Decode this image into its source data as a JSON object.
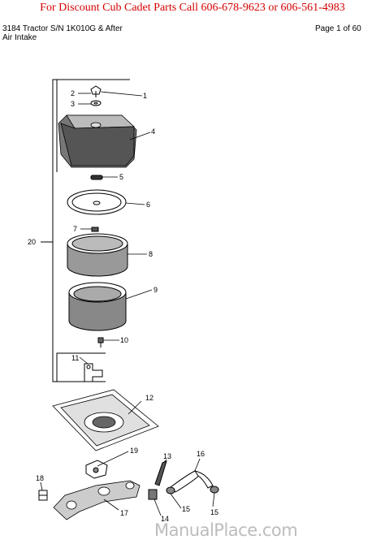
{
  "banner": "For  Discount Cub Cadet Parts Call 606-678-9623 or 606-561-4983",
  "header": {
    "model": "3184 Tractor S/N 1K010G & After",
    "section": "Air Intake",
    "page": "Page 1 of 60"
  },
  "callouts": {
    "c1": "1",
    "c2": "2",
    "c3": "3",
    "c4": "4",
    "c5": "5",
    "c6": "6",
    "c7": "7",
    "c8": "8",
    "c9": "9",
    "c10": "10",
    "c11": "11",
    "c12": "12",
    "c13": "13",
    "c14": "14",
    "c15a": "15",
    "c15b": "15",
    "c16": "16",
    "c17": "17",
    "c18": "18",
    "c19": "19",
    "c20": "20"
  },
  "watermark": "ManualPlace.com"
}
